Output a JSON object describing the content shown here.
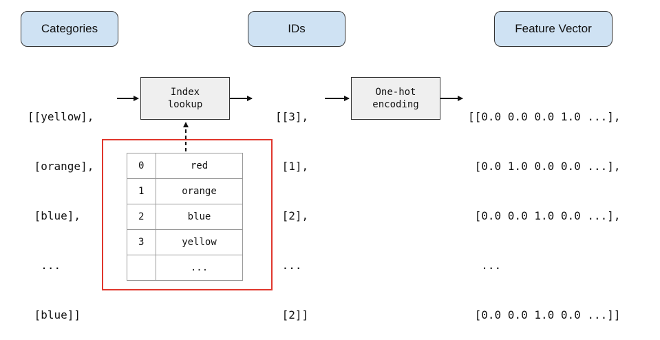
{
  "headers": {
    "categories": "Categories",
    "ids": "IDs",
    "feature_vector": "Feature Vector"
  },
  "input_lines": [
    "[[yellow],",
    " [orange],",
    " [blue],",
    "  ...",
    " [blue]]"
  ],
  "index_lookup": {
    "line1": "Index",
    "line2": "lookup"
  },
  "id_lines": [
    "[[3],",
    " [1],",
    " [2],",
    " ...",
    " [2]]"
  ],
  "one_hot": {
    "line1": "One-hot",
    "line2": "encoding"
  },
  "vector_lines": [
    "[[0.0 0.0 0.0 1.0 ...],",
    " [0.0 1.0 0.0 0.0 ...],",
    " [0.0 0.0 1.0 0.0 ...],",
    "  ...",
    " [0.0 0.0 1.0 0.0 ...]]"
  ],
  "vocab_table": [
    {
      "index": "0",
      "value": "red"
    },
    {
      "index": "1",
      "value": "orange"
    },
    {
      "index": "2",
      "value": "blue"
    },
    {
      "index": "3",
      "value": "yellow"
    },
    {
      "index": "",
      "value": "..."
    }
  ],
  "colors": {
    "header_fill": "#cfe2f3",
    "process_fill": "#efefef",
    "highlight_frame": "#e0362c"
  }
}
